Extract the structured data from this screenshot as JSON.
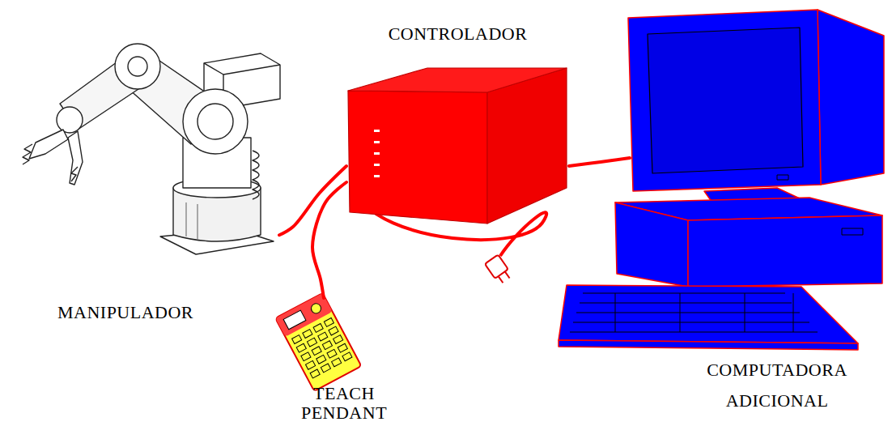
{
  "diagram": {
    "nodes": [
      {
        "text": [
          "MANIPULADOR"
        ]
      },
      {
        "text": [
          "CONTROLADOR"
        ]
      },
      {
        "text": [
          "TEACH PENDANT"
        ]
      },
      {
        "text": [
          "COMPUTADORA ADICIONAL"
        ]
      }
    ],
    "edges": [
      {
        "from": 1,
        "to": 0,
        "arrow": "none"
      },
      {
        "from": 1,
        "to": 2,
        "arrow": "none"
      },
      {
        "from": 1,
        "to": 3,
        "arrow": "none"
      }
    ]
  }
}
